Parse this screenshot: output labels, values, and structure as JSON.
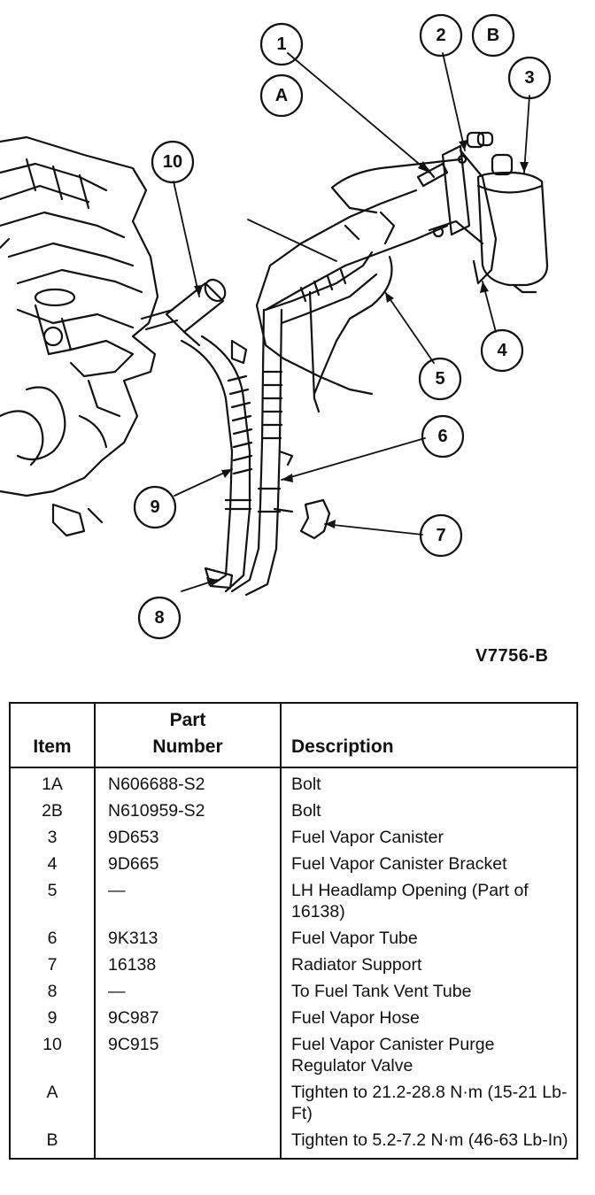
{
  "callouts": [
    "1",
    "2",
    "B",
    "3",
    "A",
    "10",
    "4",
    "5",
    "6",
    "7",
    "9",
    "8"
  ],
  "figure_id": "V7756-B",
  "table": {
    "headers": {
      "item": "Item",
      "part_line1": "Part",
      "part_line2": "Number",
      "description": "Description"
    },
    "rows": [
      {
        "item": "1A",
        "part": "N606688-S2",
        "desc": "Bolt"
      },
      {
        "item": "2B",
        "part": "N610959-S2",
        "desc": "Bolt"
      },
      {
        "item": "3",
        "part": "9D653",
        "desc": "Fuel Vapor Canister"
      },
      {
        "item": "4",
        "part": "9D665",
        "desc": "Fuel Vapor Canister Bracket"
      },
      {
        "item": "5",
        "part": "—",
        "desc": "LH Headlamp Opening (Part of 16138)"
      },
      {
        "item": "6",
        "part": "9K313",
        "desc": "Fuel Vapor Tube"
      },
      {
        "item": "7",
        "part": "16138",
        "desc": "Radiator Support"
      },
      {
        "item": "8",
        "part": "—",
        "desc": "To Fuel Tank Vent Tube"
      },
      {
        "item": "9",
        "part": "9C987",
        "desc": "Fuel Vapor Hose"
      },
      {
        "item": "10",
        "part": "9C915",
        "desc": "Fuel Vapor Canister Purge Regulator Valve"
      },
      {
        "item": "A",
        "part": "",
        "desc": "Tighten to 21.2-28.8 N·m (15-21 Lb-Ft)"
      },
      {
        "item": "B",
        "part": "",
        "desc": "Tighten to 5.2-7.2 N·m (46-63 Lb-In)"
      }
    ]
  }
}
